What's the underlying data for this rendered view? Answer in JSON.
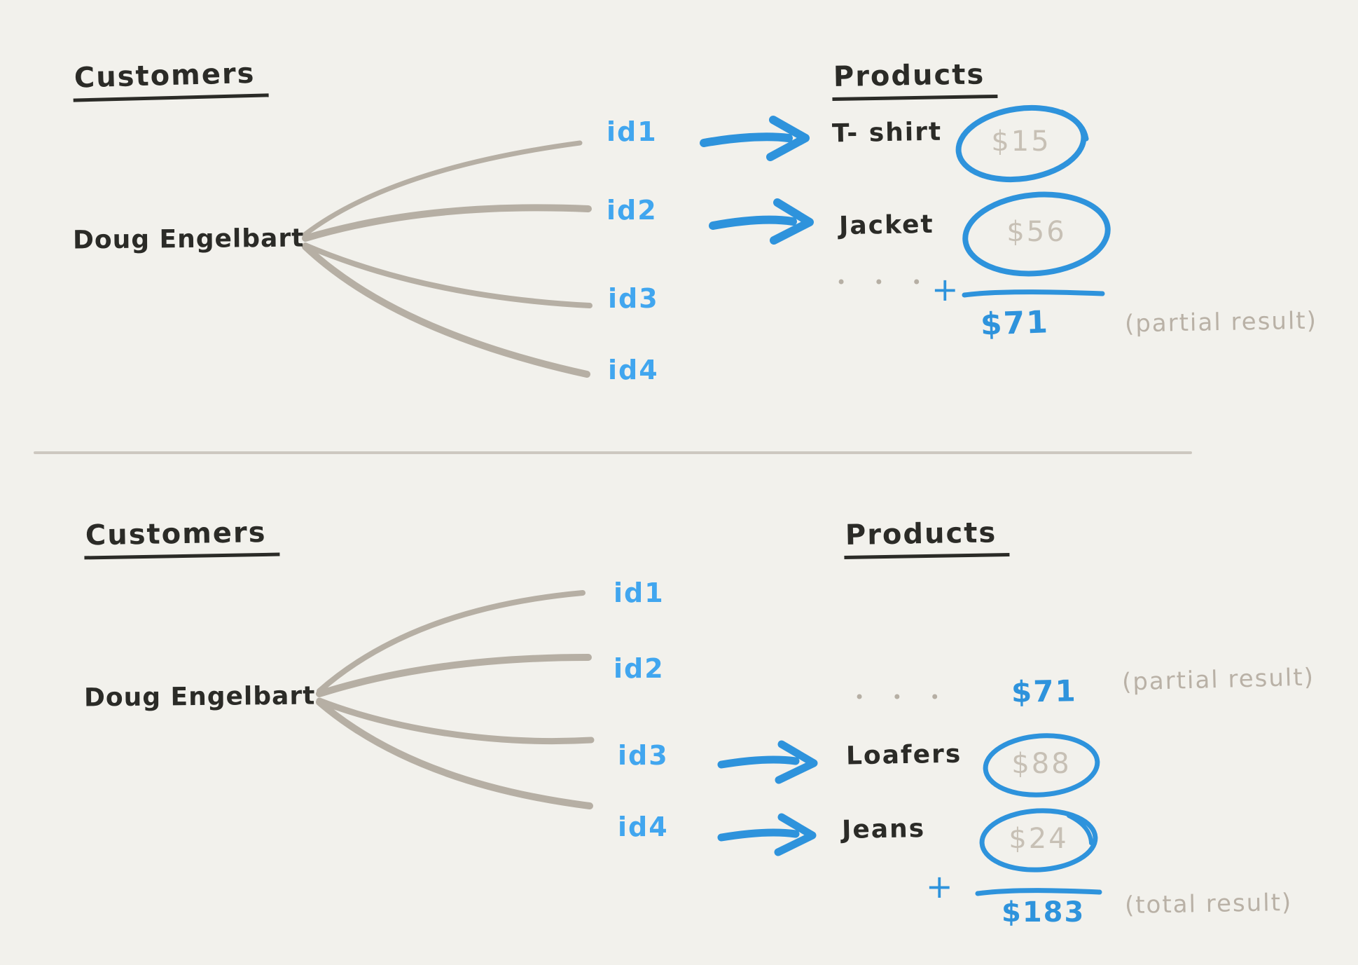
{
  "colors": {
    "background": "#f2f1ec",
    "ink": "#2b2b27",
    "blue": "#2e93dc",
    "light-blue": "#41a6ef",
    "line-gray": "#b6afa4",
    "price-gray": "#c7c0b5",
    "note-gray": "#b9b1a6",
    "divider": "#cdc8c0"
  },
  "top_panel": {
    "customers_heading": "Customers",
    "products_heading": "Products",
    "customer_name": "Doug Engelbart",
    "ids": [
      "id1",
      "id2",
      "id3",
      "id4"
    ],
    "rows": [
      {
        "id": "id1",
        "product": "T- shirt",
        "price": "$15"
      },
      {
        "id": "id2",
        "product": "Jacket",
        "price": "$56"
      }
    ],
    "ellipsis": "• • •",
    "plus_sign": "+",
    "sum": "$71",
    "note": "(partial result)"
  },
  "bottom_panel": {
    "customers_heading": "Customers",
    "products_heading": "Products",
    "customer_name": "Doug Engelbart",
    "ids": [
      "id1",
      "id2",
      "id3",
      "id4"
    ],
    "ellipsis": "• • •",
    "carried_sum": "$71",
    "carried_note": "(partial result)",
    "rows": [
      {
        "id": "id3",
        "product": "Loafers",
        "price": "$88"
      },
      {
        "id": "id4",
        "product": "Jeans",
        "price": "$24"
      }
    ],
    "plus_sign": "+",
    "sum": "$183",
    "note": "(total result)"
  }
}
